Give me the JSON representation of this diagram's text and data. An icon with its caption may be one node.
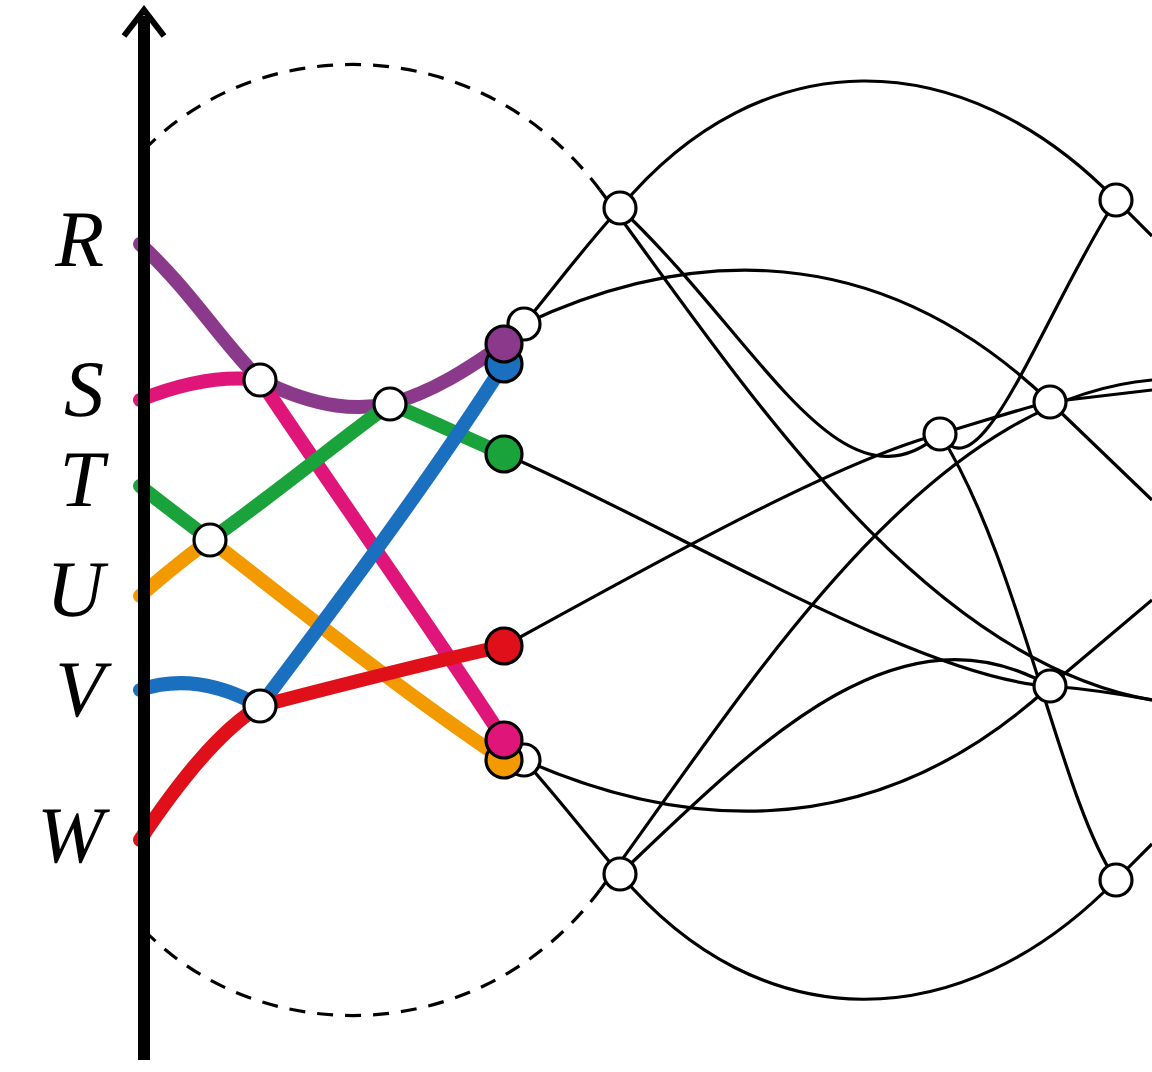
{
  "diagram": {
    "labels": [
      "R",
      "S",
      "T",
      "U",
      "V",
      "W"
    ]
  }
}
